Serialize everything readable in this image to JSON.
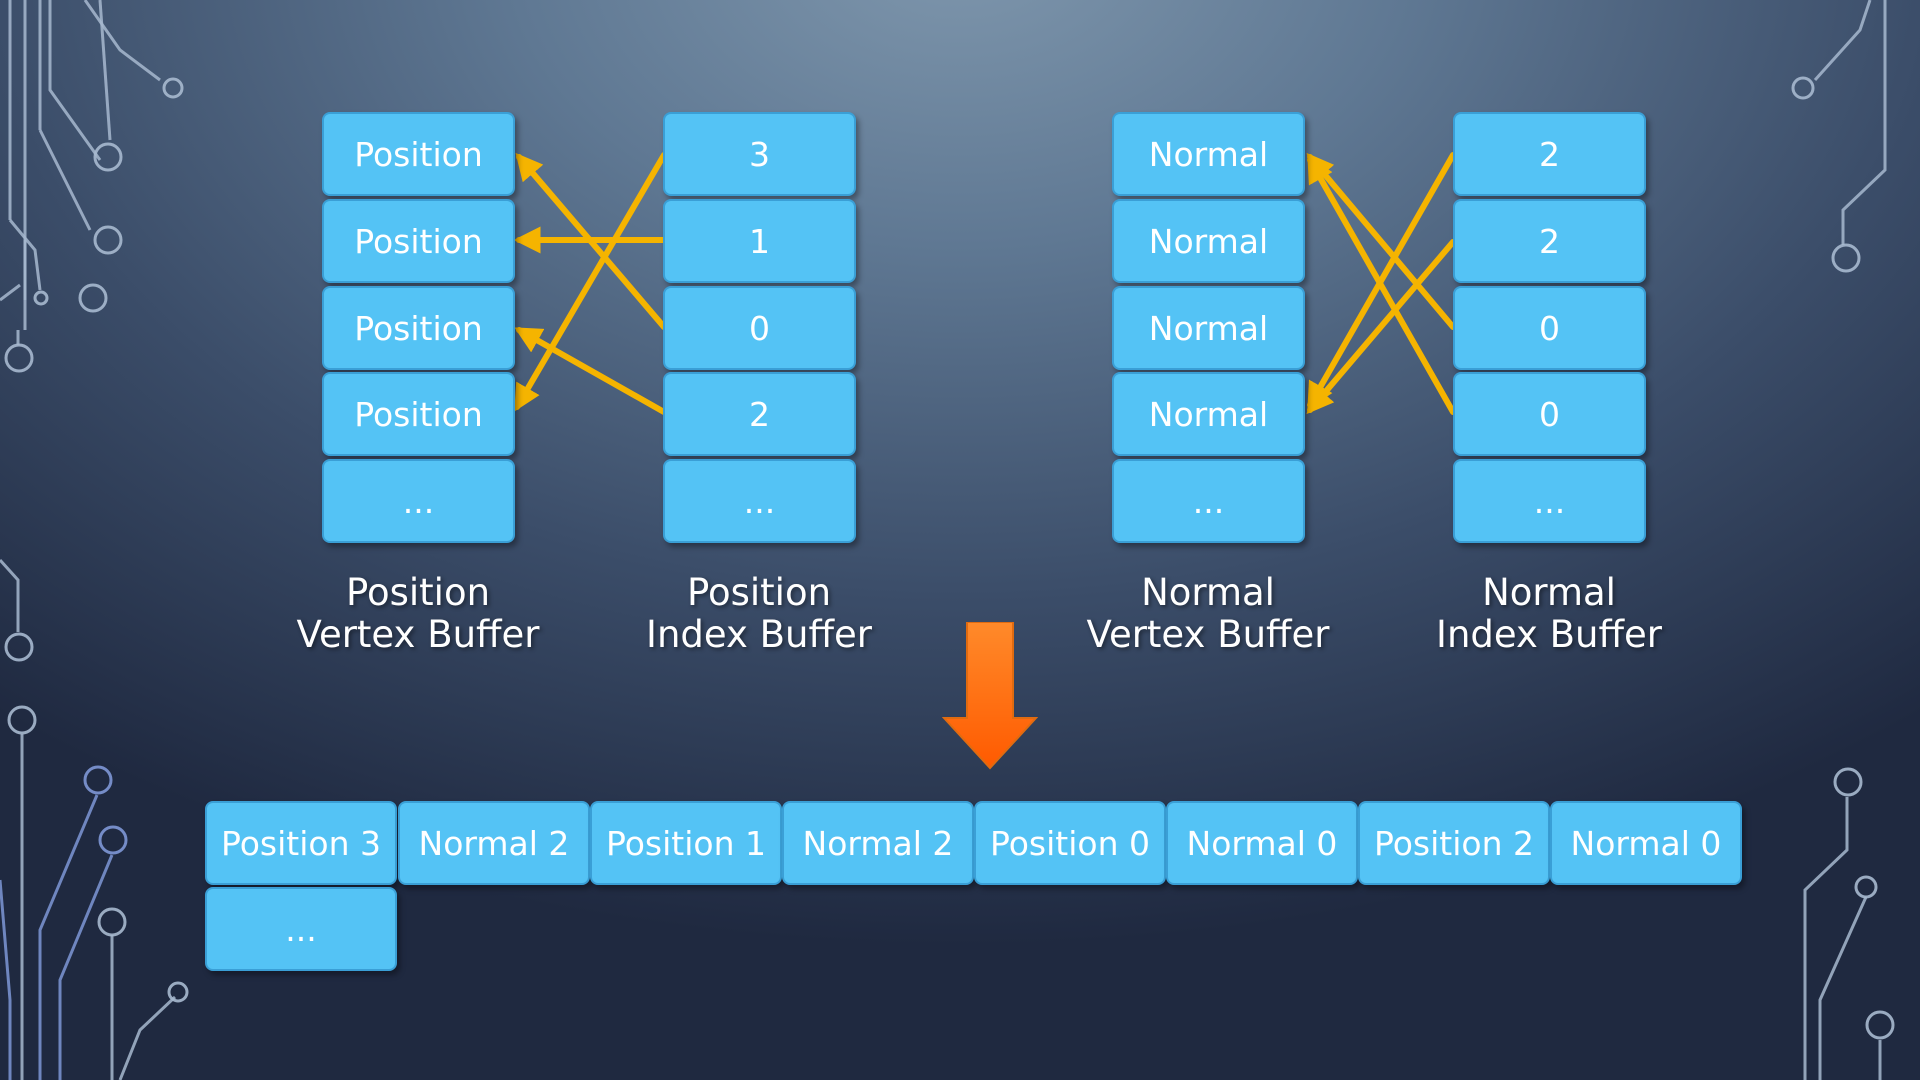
{
  "position_vertex_buffer": {
    "items": [
      "Position",
      "Position",
      "Position",
      "Position",
      "..."
    ],
    "label_line1": "Position",
    "label_line2": "Vertex Buffer"
  },
  "position_index_buffer": {
    "items": [
      "3",
      "1",
      "0",
      "2",
      "..."
    ],
    "label_line1": "Position",
    "label_line2": "Index Buffer"
  },
  "normal_vertex_buffer": {
    "items": [
      "Normal",
      "Normal",
      "Normal",
      "Normal",
      "..."
    ],
    "label_line1": "Normal",
    "label_line2": "Vertex Buffer"
  },
  "normal_index_buffer": {
    "items": [
      "2",
      "2",
      "0",
      "0",
      "..."
    ],
    "label_line1": "Normal",
    "label_line2": "Index Buffer"
  },
  "interleaved_buffer": {
    "items": [
      "Position 3",
      "Normal 2",
      "Position 1",
      "Normal 2",
      "Position 0",
      "Normal 0",
      "Position 2",
      "Normal 0",
      "..."
    ]
  },
  "colors": {
    "box_fill": "#54c3f5",
    "index_arrow": "#f5b400",
    "merge_arrow": "#ff7a1a"
  },
  "icons": {
    "merge": "down-arrow-icon",
    "decoration": "circuit-trace-icon"
  }
}
